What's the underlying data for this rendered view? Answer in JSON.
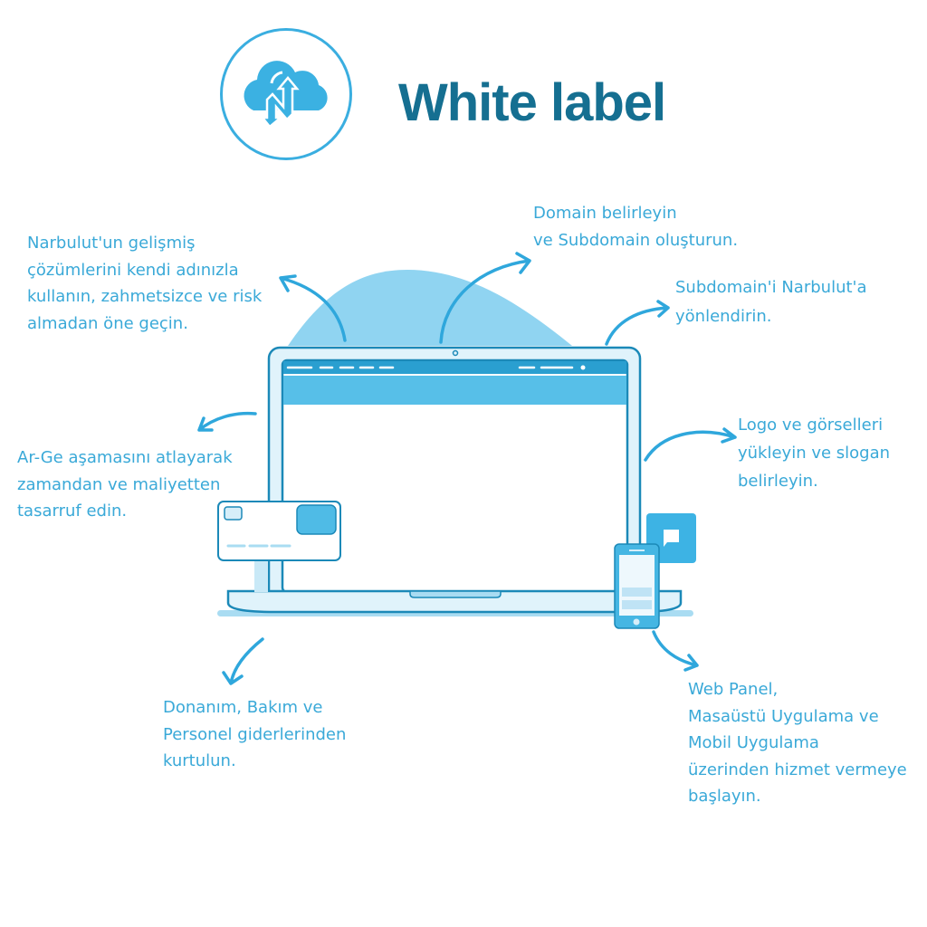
{
  "header": {
    "title": "White label",
    "logo_icon": "cloud-arrows-icon"
  },
  "colors": {
    "text": "#3aa9d8",
    "title": "#156f91",
    "accent": "#45b6e3"
  },
  "callouts": {
    "solutions": [
      "Narbulut'un gelişmiş",
      "çözümlerini kendi adınızla",
      "kullanın, zahmetsizce ve risk",
      "almadan öne geçin."
    ],
    "domain": [
      "Domain belirleyin",
      "ve Subdomain oluşturun."
    ],
    "subdomain": [
      "Subdomain'i Narbulut'a",
      "yönlendirin."
    ],
    "rnd": [
      "Ar-Ge aşamasını atlayarak",
      "zamandan ve maliyetten",
      "tasarruf edin."
    ],
    "logo": [
      "Logo ve görselleri",
      "yükleyin ve slogan",
      "belirleyin."
    ],
    "hardware": [
      "Donanım, Bakım ve",
      "Personel giderlerinden",
      "kurtulun."
    ],
    "platforms": [
      "Web Panel,",
      "Masaüstü Uygulama ve",
      "Mobil Uygulama",
      "üzerinden hizmet vermeye",
      "başlayın."
    ]
  }
}
